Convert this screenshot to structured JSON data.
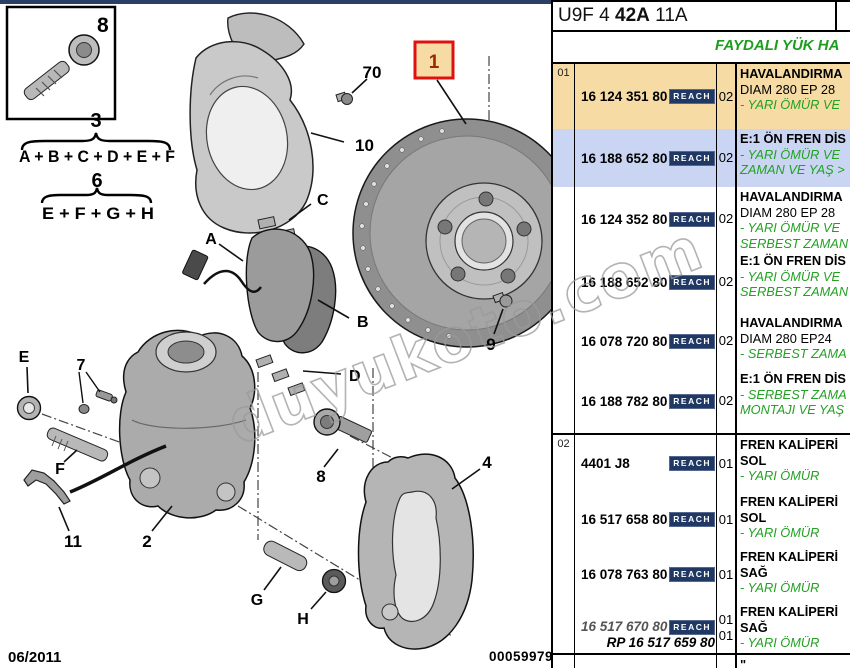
{
  "header": {
    "code_prefix": "U9F 4",
    "code_bold": "42A",
    "code_suffix": "11A",
    "banner": "FAYDALI YÜK HA"
  },
  "reach_label": "REACH",
  "table": {
    "sections": [
      {
        "id": "01",
        "rows": [
          {
            "part": "16 124 351 80",
            "qty": "02",
            "d1": "HAVALANDIRMA",
            "d2": "DIAM 280 EP 28",
            "d3": "- YARI ÖMÜR VE"
          },
          {
            "part": "16 188 652 80",
            "qty": "02",
            "d1": "E:1 ÖN FREN DİS",
            "d3": "- YARI ÖMÜR VE",
            "d4": "ZAMAN VE YAŞ >"
          },
          {
            "part": "16 124 352 80",
            "qty": "02",
            "d1": "HAVALANDIRMA",
            "d2": "DIAM 280 EP 28",
            "d3": "- YARI ÖMÜR VE",
            "d4": "SERBEST ZAMAN"
          },
          {
            "part": "16 188 652 80",
            "qty": "02",
            "d1": "E:1 ÖN FREN DİS",
            "d3": "- YARI ÖMÜR VE",
            "d4": "SERBEST ZAMAN"
          },
          {
            "part": "16 078 720 80",
            "qty": "02",
            "d1": "HAVALANDIRMA",
            "d2": "DIAM 280 EP24",
            "d3": "- SERBEST ZAMA"
          },
          {
            "part": "16 188 782 80",
            "qty": "02",
            "d1": "E:1 ÖN FREN DİS",
            "d3": "- SERBEST ZAMA",
            "d4": "MONTAJI VE YAŞ"
          }
        ]
      },
      {
        "id": "02",
        "rows": [
          {
            "part": "4401 J8",
            "qty": "01",
            "d1": "FREN KALİPERİ",
            "d2b": "SOL",
            "d3": "- YARI ÖMÜR"
          },
          {
            "part": "16 517 658 80",
            "qty": "01",
            "d1": "FREN KALİPERİ",
            "d2b": "SOL",
            "d3": "- YARI ÖMÜR"
          },
          {
            "part": "16 078 763 80",
            "qty": "01",
            "d1": "FREN KALİPERİ",
            "d2b": "SAĞ",
            "d3": "- YARI ÖMÜR"
          },
          {
            "part": "16 517 670 80",
            "part_rp": "RP 16 517 659 80",
            "qty": "01",
            "qty2": "01",
            "d1": "FREN KALİPERİ",
            "d2b": "SAĞ",
            "d3": "- YARI ÖMÜR"
          }
        ]
      }
    ],
    "ditto": "\""
  },
  "diagram": {
    "inset_label": "8",
    "formula3": {
      "num": "3",
      "expr": "A + B + C + D + E + F"
    },
    "formula6": {
      "num": "6",
      "expr": "E + F + G + H"
    },
    "labels": {
      "l70": "70",
      "l1": "1",
      "l10": "10",
      "lC": "C",
      "lA": "A",
      "lB": "B",
      "lD": "D",
      "lE": "E",
      "l7": "7",
      "lF": "F",
      "l11": "11",
      "l2": "2",
      "l8": "8",
      "l4": "4",
      "l9": "9",
      "lG": "G",
      "lH": "H"
    }
  },
  "footer": {
    "date": "06/2011",
    "doc_number": "00059979"
  },
  "watermark": "duyukoto.com",
  "colors": {
    "tan": "#f6dca4",
    "blue": "#c9d5f2",
    "reach_navy": "#1f3864",
    "green": "#22a122",
    "highlight_red": "#e01010"
  }
}
